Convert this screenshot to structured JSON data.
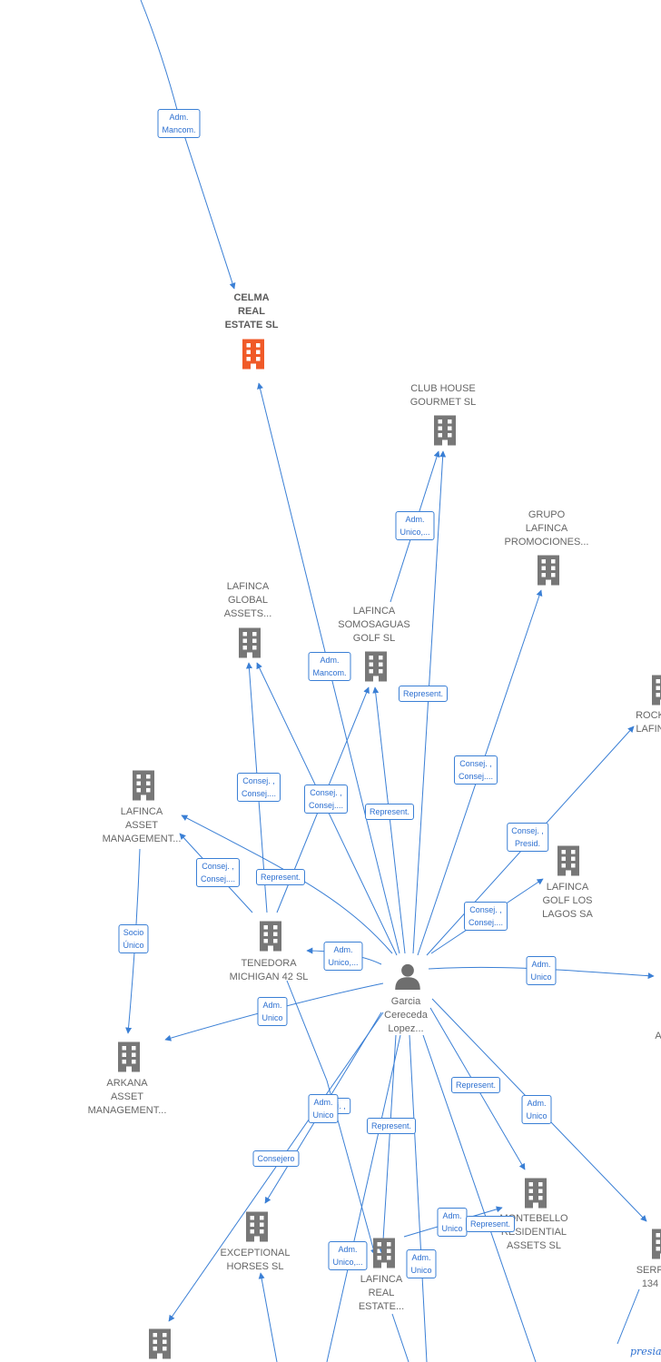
{
  "colors": {
    "edge": "#3a7fd5",
    "company": "#777777",
    "focus_company": "#f05a28",
    "person": "#6e6e6e"
  },
  "nodes": {
    "celma": "CELMA\nREAL\nESTATE  SL",
    "clubhouse": "CLUB HOUSE\nGOURMET  SL",
    "grupo": "GRUPO\nLAFINCA\nPROMOCIONES...",
    "global": "LAFINCA\nGLOBAL\nASSETS...",
    "somosaguas": "LAFINCA\nSOMOSAGUAS\nGOLF  SL",
    "rock": "ROCK\nLAFIN",
    "asset": "LAFINCA\nASSET\nMANAGEMENT...",
    "golf": "LAFINCA\nGOLF LOS\nLAGOS SA",
    "tenedora": "TENEDORA\nMICHIGAN 42 SL",
    "person": "Garcia\nCereceda\nLopez...",
    "arkana": "ARKANA\nASSET\nMANAGEMENT...",
    "right_a": "A",
    "montebello": "MONTEBELLO\nRESIDENTIAL\nASSETS  SL",
    "exceptional": "EXCEPTIONAL\nHORSES  SL",
    "realestate": "LAFINCA\nREAL\nESTATE...",
    "serr": "SERR\n134"
  },
  "edge_labels": {
    "e1": "Adm.\nMancom.",
    "e2": "Adm.\nUnico,...",
    "e3": "Adm.\nMancom.",
    "e4": "Represent.",
    "e5": "Consej. ,\nConsej....",
    "e6": "Consej. ,\nConsej....",
    "e7": "Consej. ,\nConsej....",
    "e8": "Represent.",
    "e9": "Consej. ,\nPresid.",
    "e10": "Consej. ,\nConsej....",
    "e11": "Represent.",
    "e12": "Consej. ,\nConsej....",
    "e13": "Socio\nÚnico",
    "e14": "Adm.\nUnico,...",
    "e15": "Adm.\nUnico",
    "e16": "Adm.\nUnico",
    "e17": "Represent.",
    "e18": "Adm.\nUnico",
    "e19": "Adm.\nUnico",
    "e20": "Represent.",
    "e21": "Consejero",
    "e22": "Adm.\nUnico",
    "e23": "Represent.",
    "e24": "Adm.\nUnico,...",
    "e25": "Adm.\nUnico",
    "e26": "Consej. ,"
  },
  "watermark": "presia"
}
